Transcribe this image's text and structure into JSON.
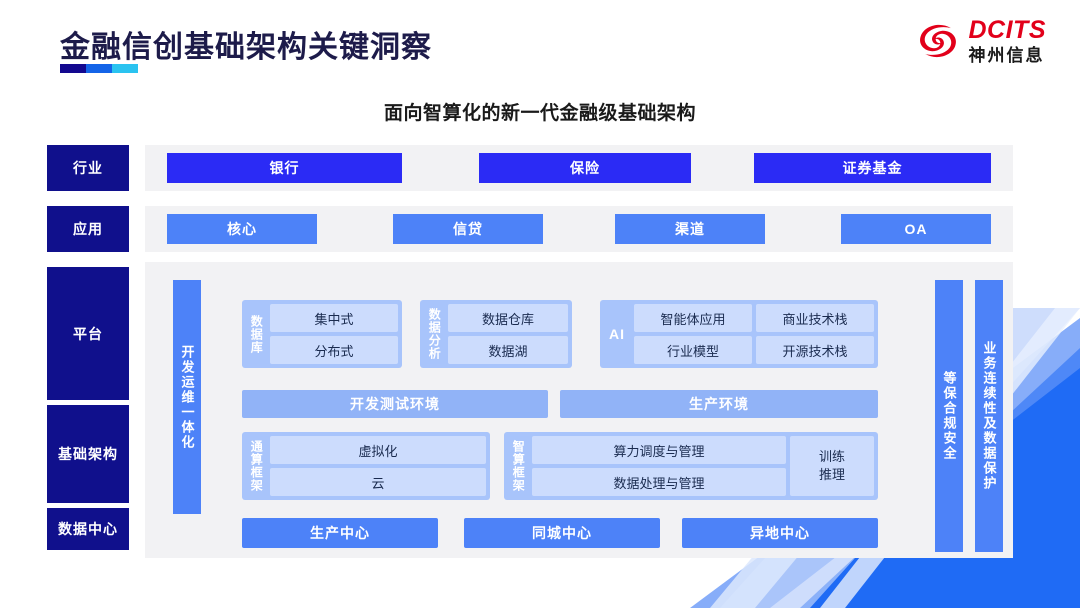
{
  "header": {
    "title": "金融信创基础架构关键洞察",
    "underline_colors": [
      "#13088f",
      "#1464e8",
      "#2ac3f0"
    ],
    "logo": {
      "icon": "dcits-swirl-logo-icon",
      "en": "DCITS",
      "cn": "神州信息",
      "color": "#e2001a"
    }
  },
  "subtitle": "面向智算化的新一代金融级基础架构",
  "sidebar": {
    "items": [
      {
        "label": "行业"
      },
      {
        "label": "应用"
      },
      {
        "label": "平台"
      },
      {
        "label": "基础架构"
      },
      {
        "label": "数据中心"
      }
    ]
  },
  "industry_row": {
    "items": [
      {
        "label": "银行"
      },
      {
        "label": "保险"
      },
      {
        "label": "证券基金"
      }
    ],
    "color": "#2b2bf5"
  },
  "application_row": {
    "items": [
      {
        "label": "核心"
      },
      {
        "label": "信贷"
      },
      {
        "label": "渠道"
      },
      {
        "label": "OA"
      }
    ],
    "color": "#4d82f8"
  },
  "platform": {
    "devops_bar": "开发运维一体化",
    "groups": {
      "database": {
        "label": "数据库",
        "items": [
          "集中式",
          "分布式"
        ]
      },
      "data_analysis": {
        "label": "数据分析",
        "items": [
          "数据仓库",
          "数据湖"
        ]
      },
      "ai": {
        "label": "AI",
        "items": [
          "智能体应用",
          "商业技术栈",
          "行业模型",
          "开源技术栈"
        ]
      }
    },
    "environments": [
      {
        "label": "开发测试环境"
      },
      {
        "label": "生产环境"
      }
    ],
    "frameworks": {
      "general_compute": {
        "label": "通算框架",
        "items": [
          "虚拟化",
          "云"
        ]
      },
      "intelligent_compute": {
        "label": "智算框架",
        "items": [
          "算力调度与管理",
          "数据处理与管理"
        ],
        "side_line1": "训练",
        "side_line2": "推理"
      }
    },
    "data_centers": [
      {
        "label": "生产中心"
      },
      {
        "label": "同城中心"
      },
      {
        "label": "异地中心"
      }
    ],
    "vertical_bars": [
      {
        "label": "等保合规安全"
      },
      {
        "label": "业务连续性及数据保护"
      }
    ]
  },
  "theme": {
    "navy": "#10108c",
    "bright_blue": "#2b2bf5",
    "medium_blue": "#4d82f8",
    "soft_blue": "#91b3f7",
    "group_blue": "#a8c4fb",
    "cell_blue": "#ccdcfd",
    "panel_gray": "#f2f2f4"
  }
}
